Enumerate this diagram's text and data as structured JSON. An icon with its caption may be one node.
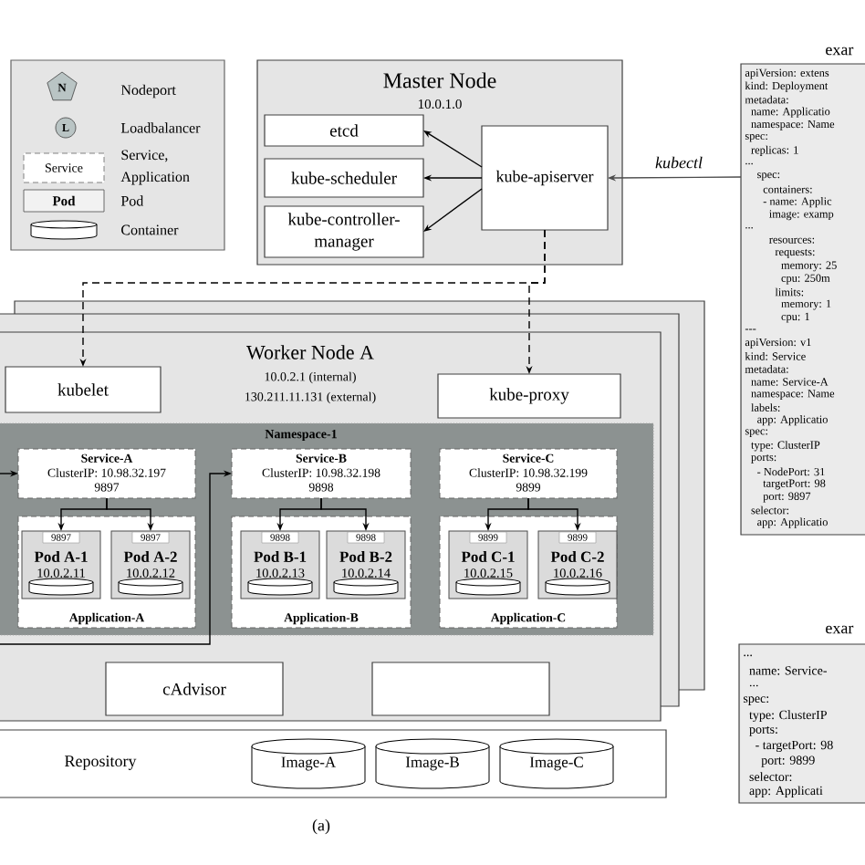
{
  "diagram": {
    "caption": "(a)",
    "nodes": [
      {
        "text": [
          "Master Node",
          "10.0.1.0"
        ]
      },
      {
        "text": [
          "etcd"
        ],
        "in": 0
      },
      {
        "text": [
          "kube-scheduler"
        ],
        "in": 0
      },
      {
        "text": [
          "kube-controller-manager"
        ],
        "in": 0
      },
      {
        "text": [
          "kube-apiserver"
        ],
        "in": 0
      },
      {
        "text": [
          "exar",
          "apiVersion: extens",
          "kind: Deployment",
          "metadata:",
          "name: Applicatio",
          "namespace: Name",
          "spec:",
          "replicas: 1",
          "...",
          "spec:",
          "containers:",
          "- name: Applic",
          "image: examp",
          "...",
          "resources:",
          "requests:",
          "memory: 25",
          "cpu: 250m",
          "limits:",
          "memory: 1",
          "cpu: 1",
          "---",
          "apiVersion: v1",
          "kind: Service",
          "metadata:",
          "name: Service-A",
          "namespace: Name",
          "labels:",
          "app: Applicatio",
          "spec:",
          "type: ClusterIP",
          "ports:",
          "- NodePort: 31",
          "targetPort: 98",
          "port: 9897",
          "selector:",
          "app: Applicatio"
        ]
      },
      {
        "text": [
          "Worker Node A",
          "10.0.2.1 (internal)",
          "130.211.11.131 (external)"
        ]
      },
      {
        "text": [
          "kubelet"
        ],
        "in": 6
      },
      {
        "text": [
          "kube-proxy"
        ],
        "in": 6
      },
      {
        "text": [
          "Namespace-1"
        ],
        "in": 6
      },
      {
        "text": [
          "Service-A",
          "ClusterIP: 10.98.32.197",
          "9897"
        ],
        "in": 9
      },
      {
        "text": [
          "Application-A"
        ],
        "in": 9
      },
      {
        "text": [
          "9897",
          "Pod A-1",
          "10.0.2.11"
        ],
        "in": 11
      },
      {
        "text": [
          "9897",
          "Pod A-2",
          "10.0.2.12"
        ],
        "in": 11
      },
      {
        "text": [
          "Service-B",
          "ClusterIP: 10.98.32.198",
          "9898"
        ],
        "in": 9
      },
      {
        "text": [
          "Application-B"
        ],
        "in": 9
      },
      {
        "text": [
          "9898",
          "Pod B-1",
          "10.0.2.13"
        ],
        "in": 15
      },
      {
        "text": [
          "9898",
          "Pod B-2",
          "10.0.2.14"
        ],
        "in": 15
      },
      {
        "text": [
          "Service-C",
          "ClusterIP: 10.98.32.199",
          "9899"
        ],
        "in": 9
      },
      {
        "text": [
          "Application-C"
        ],
        "in": 9
      },
      {
        "text": [
          "9899",
          "Pod C-1",
          "10.0.2.15"
        ],
        "in": 19
      },
      {
        "text": [
          "9899",
          "Pod C-2",
          "10.0.2.16"
        ],
        "in": 19
      },
      {
        "text": [
          "cAdvisor"
        ],
        "in": 6
      },
      {
        "text": [],
        "shape": "box",
        "in": 6
      },
      {
        "text": [
          "Repository"
        ]
      },
      {
        "text": [
          "Image-A"
        ],
        "in": 24
      },
      {
        "text": [
          "Image-B"
        ],
        "in": 24
      },
      {
        "text": [
          "Image-C"
        ],
        "in": 24
      },
      {
        "text": [
          "exar",
          "...",
          "name: Service-",
          "...",
          "spec:",
          "type: ClusterIP",
          "ports:",
          "- targetPort: 98",
          "port: 9899",
          "selector:",
          "app: Applicati"
        ]
      }
    ],
    "edges": [
      {
        "from": 4,
        "to": 1,
        "arrow": "to"
      },
      {
        "from": 4,
        "to": 2,
        "arrow": "to"
      },
      {
        "from": 4,
        "to": 3,
        "arrow": "to"
      },
      {
        "from": 5,
        "to": 4,
        "arrow": "to",
        "label": "kubectl"
      },
      {
        "from": 4,
        "to": 7,
        "arrow": "to",
        "style": "dashed"
      },
      {
        "from": 4,
        "to": 8,
        "arrow": "to",
        "style": "dashed"
      },
      {
        "from": null,
        "to": 10,
        "arrow": "to"
      },
      {
        "from": null,
        "to": 14,
        "arrow": "to"
      },
      {
        "from": 10,
        "to": 12,
        "arrow": "to"
      },
      {
        "from": 10,
        "to": 13,
        "arrow": "to"
      },
      {
        "from": 14,
        "to": 16,
        "arrow": "to"
      },
      {
        "from": 14,
        "to": 17,
        "arrow": "to"
      },
      {
        "from": 18,
        "to": 20,
        "arrow": "to"
      },
      {
        "from": 18,
        "to": 21,
        "arrow": "to"
      }
    ],
    "labels": [
      "N",
      "L",
      "Service",
      "Pod"
    ],
    "legend": [
      {
        "text": "Nodeport"
      },
      {
        "text": "Loadbalancer"
      },
      {
        "text": "Service, Application"
      },
      {
        "text": "Pod"
      },
      {
        "text": "Container"
      }
    ]
  }
}
